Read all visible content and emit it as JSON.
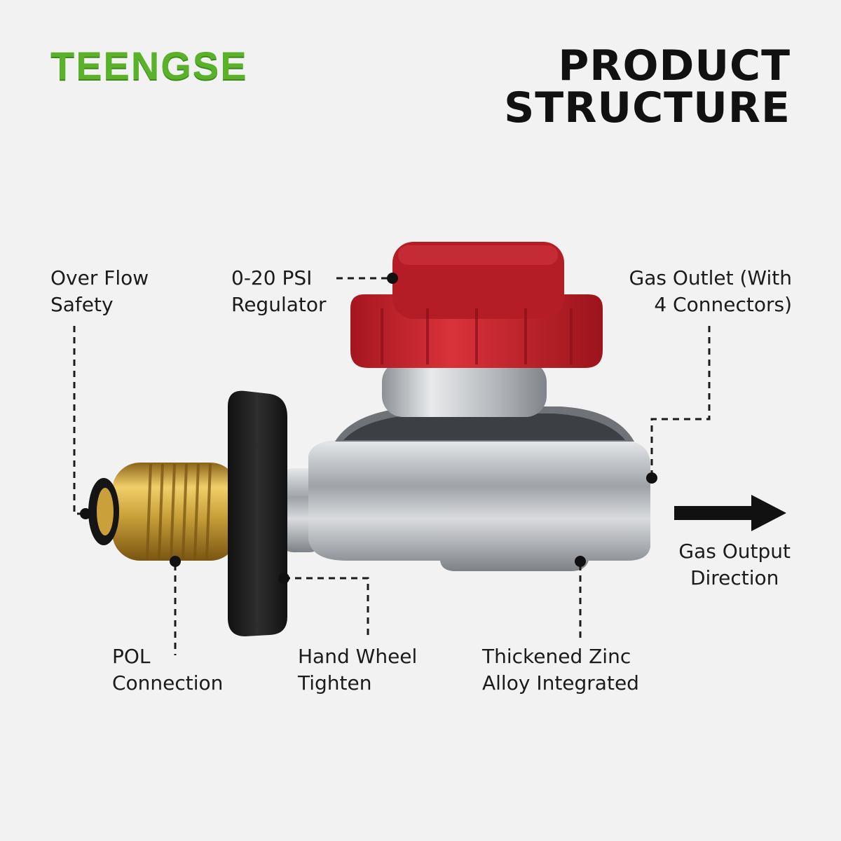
{
  "brand": {
    "logo_text": "TEENGSE"
  },
  "title": {
    "line1": "PRODUCT",
    "line2": "STRUCTURE"
  },
  "labels": {
    "over_flow_safety": {
      "line1": "Over Flow",
      "line2": "Safety"
    },
    "regulator": {
      "line1": "0-20 PSI",
      "line2": "Regulator"
    },
    "gas_outlet": {
      "line1": "Gas Outlet (With",
      "line2": "4 Connectors)"
    },
    "gas_output_direction": {
      "line1": "Gas Output",
      "line2": "Direction"
    },
    "pol_connection": {
      "line1": "POL",
      "line2": "Connection"
    },
    "hand_wheel": {
      "line1": "Hand Wheel",
      "line2": "Tighten"
    },
    "zinc_alloy": {
      "line1": "Thickened Zinc",
      "line2": "Alloy Integrated"
    }
  },
  "colors": {
    "brand_green": "#5ab22a",
    "knob_red": "#c8202a",
    "brass": "#c9a03a",
    "metal": "#b9bcc0",
    "wheel_black": "#1f1f1f"
  }
}
